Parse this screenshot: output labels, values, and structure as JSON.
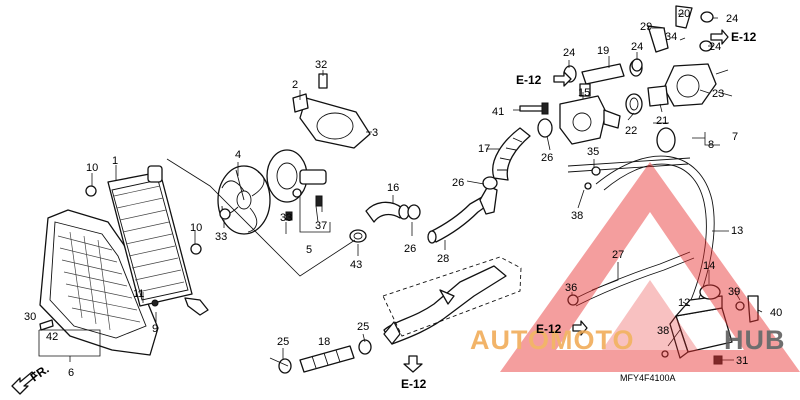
{
  "callouts": {
    "c1": "1",
    "c2": "2",
    "c3": "3",
    "c4": "4",
    "c5": "5",
    "c6": "6",
    "c7": "7",
    "c8": "8",
    "c9": "9",
    "c10a": "10",
    "c10b": "10",
    "c11": "11",
    "c12": "12",
    "c13": "13",
    "c14": "14",
    "c15": "15",
    "c16": "16",
    "c17": "17",
    "c18": "18",
    "c19": "19",
    "c20": "20",
    "c21": "21",
    "c22": "22",
    "c23": "23",
    "c24a": "24",
    "c24b": "24",
    "c24c": "24",
    "c24d": "24",
    "c25a": "25",
    "c25b": "25",
    "c26a": "26",
    "c26b": "26",
    "c26c": "26",
    "c27": "27",
    "c28": "28",
    "c29": "29",
    "c30": "30",
    "c31": "31",
    "c32": "32",
    "c33a": "33",
    "c33b": "33",
    "c34": "34",
    "c35": "35",
    "c36": "36",
    "c37": "37",
    "c38a": "38",
    "c38b": "38",
    "c39": "39",
    "c40": "40",
    "c41": "41",
    "c42": "42",
    "c43": "43"
  },
  "refs": {
    "e12_top_right": "E-12",
    "e12_mid_left": "E-12",
    "e12_bottom_center": "E-12",
    "e12_bottom_right": "E-12"
  },
  "fr_label": "FR.",
  "diagram_code": "MFY4F4100A",
  "watermark": {
    "part1": "AUTOMOTO",
    "part2": "HUB",
    "color1": "#f0a850",
    "color2": "#555555",
    "triangle_color": "#e83030"
  }
}
